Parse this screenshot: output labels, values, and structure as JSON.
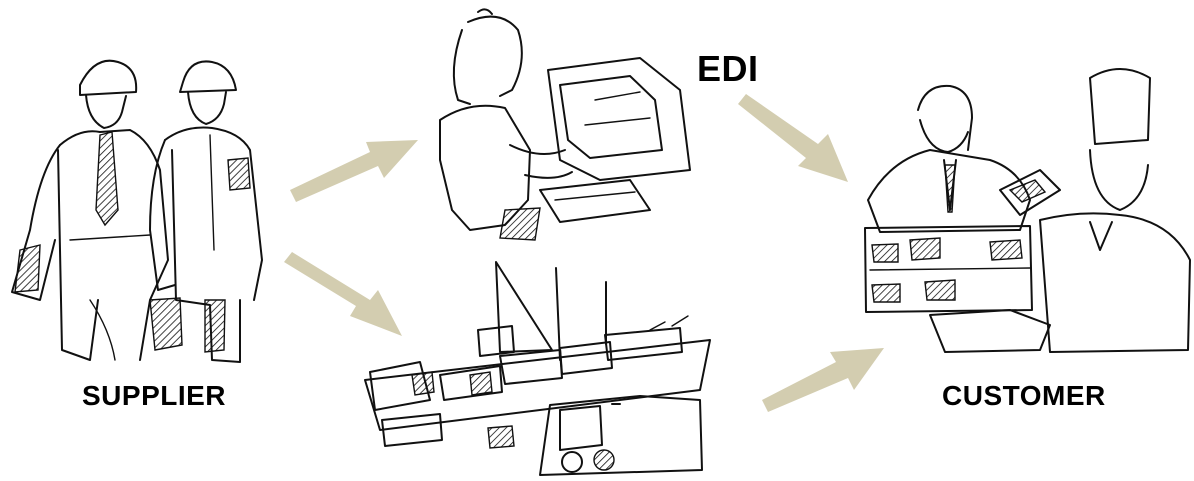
{
  "labels": {
    "supplier": "SUPPLIER",
    "customer": "CUSTOMER",
    "edi": "EDI"
  },
  "colors": {
    "arrow": "#d3cdb0",
    "ink": "#111111",
    "background": "#ffffff"
  },
  "icons": [
    "supplier-workers-illustration",
    "office-worker-computer-illustration",
    "cargo-ship-truck-illustration",
    "butcher-chef-customer-illustration"
  ]
}
